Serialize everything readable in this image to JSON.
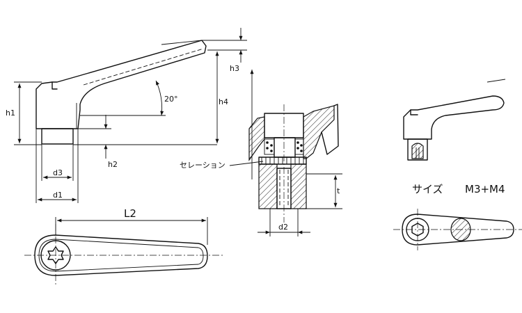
{
  "dimensions": {
    "h1": "h1",
    "h2": "h2",
    "h3": "h3",
    "h4": "h4",
    "d1": "d1",
    "d2": "d2",
    "d3": "d3",
    "L2": "L2",
    "t": "t"
  },
  "angle": "20°",
  "serration_label": "セレーション",
  "size_label": "サイズ",
  "size_value": "M3+M4"
}
